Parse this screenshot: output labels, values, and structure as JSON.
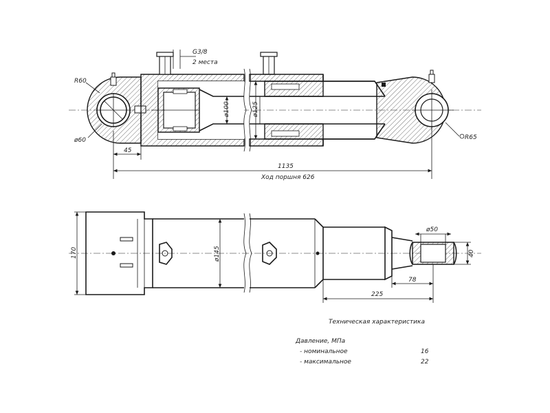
{
  "dims_top": {
    "port_label": "G3/8",
    "port_count": "2 места",
    "radius_left": "R60",
    "diam_left_eye": "ø60",
    "diam_rod": "ø100",
    "diam_bore": "ø125",
    "radius_right": "R65",
    "offset_45": "45",
    "overall_length": "1135",
    "stroke_label": "Ход поршня 626"
  },
  "dims_bottom": {
    "height_170": "170",
    "diam_body": "ø145",
    "diam_pin": "ø50",
    "width_40": "40",
    "len_78": "78",
    "len_225": "225"
  },
  "spec": {
    "title": "Техническая характеристика",
    "pressure_label": "Давление, МПа",
    "rows": [
      {
        "label": "- номинальное",
        "value": "16"
      },
      {
        "label": "- максимальное",
        "value": "22"
      }
    ]
  }
}
